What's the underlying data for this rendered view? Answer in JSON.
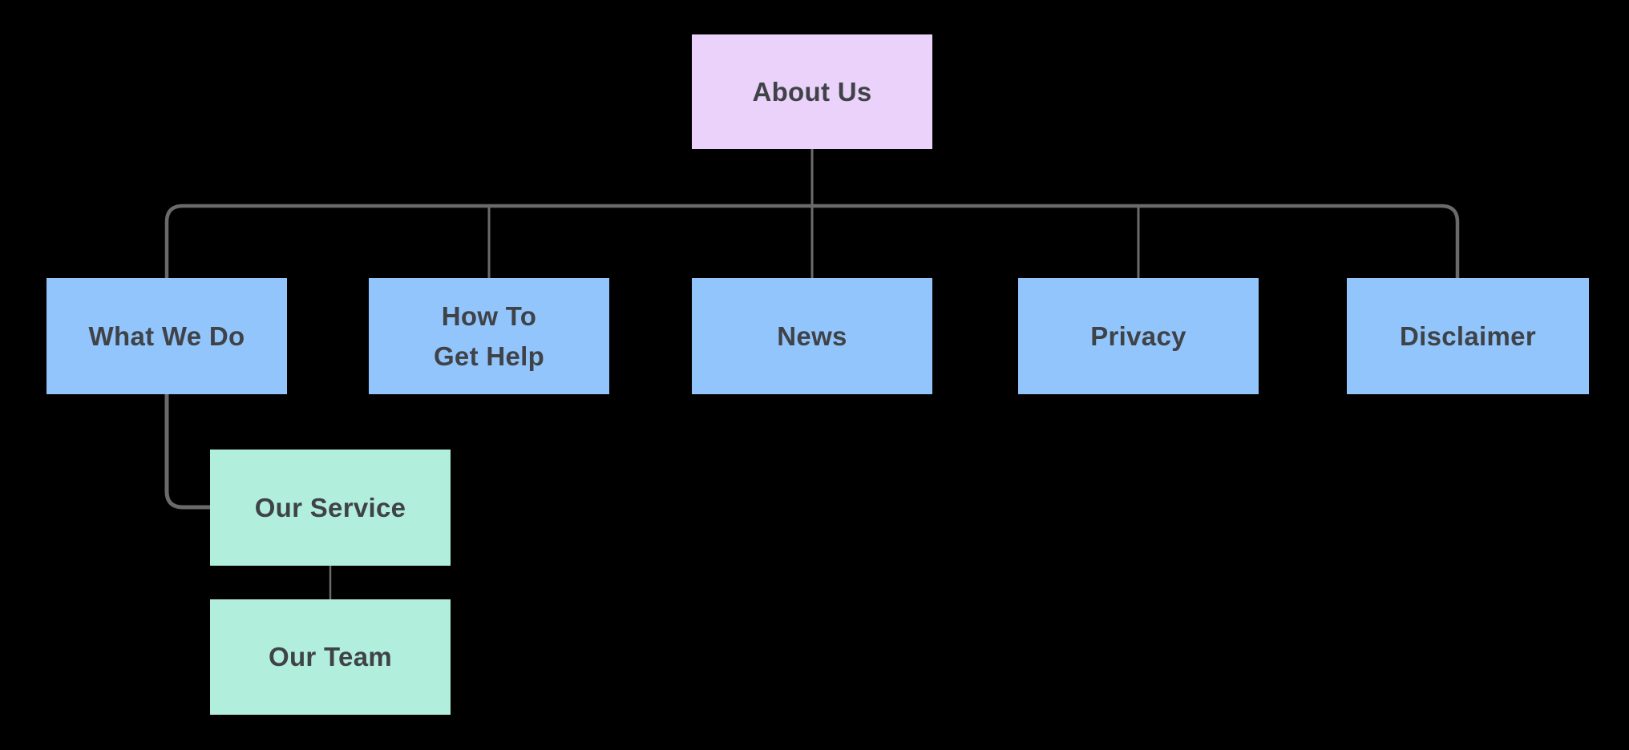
{
  "diagram": {
    "type": "sitemap-tree",
    "background_color": "#000000",
    "connector_color": "#6a6a6a",
    "label_color": "#3f4347",
    "node_colors": {
      "root": "#ead2fa",
      "section": "#92c5fc",
      "subpage": "#b1efdc"
    },
    "nodes": [
      {
        "id": "about-us",
        "label": "About Us",
        "level": 1,
        "color": "#ead2fa"
      },
      {
        "id": "what-we-do",
        "label": "What We Do",
        "level": 2,
        "color": "#92c5fc"
      },
      {
        "id": "how-to-get-help",
        "label": "How To\nGet Help",
        "level": 2,
        "color": "#92c5fc"
      },
      {
        "id": "news",
        "label": "News",
        "level": 2,
        "color": "#92c5fc"
      },
      {
        "id": "privacy",
        "label": "Privacy",
        "level": 2,
        "color": "#92c5fc"
      },
      {
        "id": "disclaimer",
        "label": "Disclaimer",
        "level": 2,
        "color": "#92c5fc"
      },
      {
        "id": "our-service",
        "label": "Our Service",
        "level": 3,
        "color": "#b1efdc"
      },
      {
        "id": "our-team",
        "label": "Our Team",
        "level": 4,
        "color": "#b1efdc"
      }
    ],
    "edges": [
      {
        "from": "about-us",
        "to": "what-we-do"
      },
      {
        "from": "about-us",
        "to": "how-to-get-help"
      },
      {
        "from": "about-us",
        "to": "news"
      },
      {
        "from": "about-us",
        "to": "privacy"
      },
      {
        "from": "about-us",
        "to": "disclaimer"
      },
      {
        "from": "what-we-do",
        "to": "our-service"
      },
      {
        "from": "our-service",
        "to": "our-team"
      }
    ]
  }
}
